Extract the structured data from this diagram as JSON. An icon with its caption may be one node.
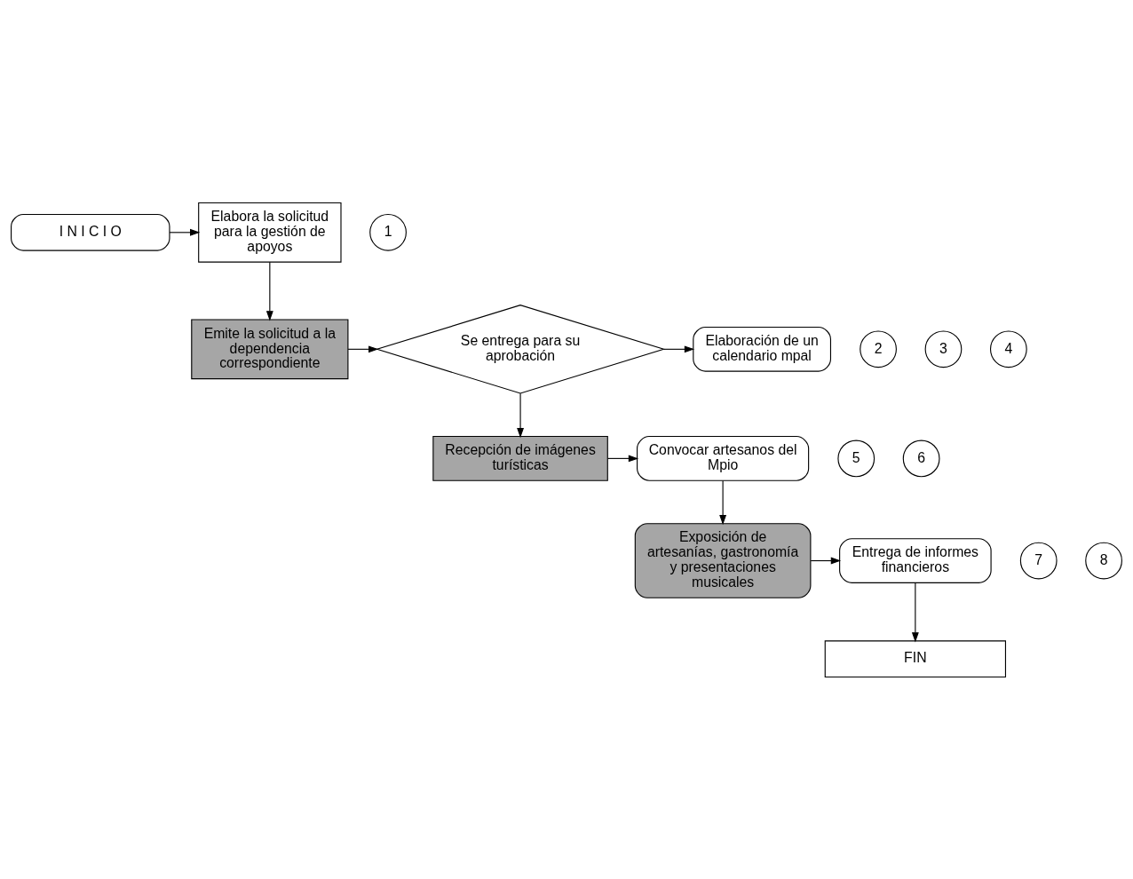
{
  "diagram": {
    "nodes": [
      {
        "text": [
          "I N I C I O"
        ]
      },
      {
        "text": [
          "Elabora la solicitud para la gestión de apoyos"
        ]
      },
      {
        "text": [
          "Emite la solicitud a la dependencia correspondiente"
        ]
      },
      {
        "text": [
          "Se entrega para su aprobación"
        ]
      },
      {
        "text": [
          "Elaboración de un calendario mpal"
        ]
      },
      {
        "text": [
          "Recepción de imágenes turísticas"
        ]
      },
      {
        "text": [
          "Convocar artesanos del Mpio"
        ]
      },
      {
        "text": [
          "Exposición de artesanías, gastronomía y presentaciones musicales"
        ]
      },
      {
        "text": [
          "Entrega de informes financieros"
        ]
      },
      {
        "text": [
          "FIN"
        ]
      },
      {
        "text": [
          "1"
        ]
      },
      {
        "text": [
          "2"
        ]
      },
      {
        "text": [
          "3"
        ]
      },
      {
        "text": [
          "4"
        ]
      },
      {
        "text": [
          "5"
        ]
      },
      {
        "text": [
          "6"
        ]
      },
      {
        "text": [
          "7"
        ]
      },
      {
        "text": [
          "8"
        ]
      }
    ],
    "edges": [
      {
        "from": 0,
        "to": 1,
        "arrow": "to"
      },
      {
        "from": 1,
        "to": 2,
        "arrow": "to"
      },
      {
        "from": 2,
        "to": 3,
        "arrow": "to"
      },
      {
        "from": 3,
        "to": 4,
        "arrow": "to"
      },
      {
        "from": 3,
        "to": 5,
        "arrow": "to"
      },
      {
        "from": 5,
        "to": 6,
        "arrow": "to"
      },
      {
        "from": 6,
        "to": 7,
        "arrow": "to"
      },
      {
        "from": 7,
        "to": 8,
        "arrow": "to"
      },
      {
        "from": 8,
        "to": 9,
        "arrow": "to"
      }
    ]
  }
}
